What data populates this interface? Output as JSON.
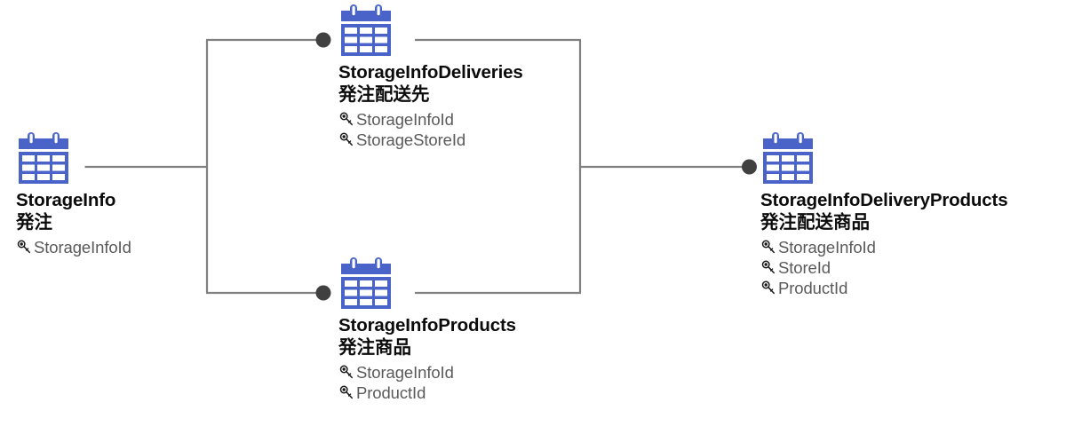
{
  "diagram": {
    "type": "entity-relationship-diagram",
    "background_color": "#ffffff",
    "entity_icon_color": "#4a63c8",
    "connector_color": "#808080",
    "endpoint_dot_color": "#404040",
    "title_color": "#0c0c0c",
    "attribute_color": "#5a5a5a"
  },
  "entities": [
    {
      "id": "storage-info",
      "name": "StorageInfo",
      "name_ja": "発注",
      "icon": "table-icon",
      "attributes": [
        {
          "icon": "key-icon",
          "label": "StorageInfoId"
        }
      ]
    },
    {
      "id": "storage-info-deliveries",
      "name": "StorageInfoDeliveries",
      "name_ja": "発注配送先",
      "icon": "table-icon",
      "attributes": [
        {
          "icon": "key-icon",
          "label": "StorageInfoId"
        },
        {
          "icon": "key-icon",
          "label": "StorageStoreId"
        }
      ]
    },
    {
      "id": "storage-info-products",
      "name": "StorageInfoProducts",
      "name_ja": "発注商品",
      "icon": "table-icon",
      "attributes": [
        {
          "icon": "key-icon",
          "label": "StorageInfoId"
        },
        {
          "icon": "key-icon",
          "label": "ProductId"
        }
      ]
    },
    {
      "id": "storage-info-delivery-products",
      "name": "StorageInfoDeliveryProducts",
      "name_ja": "発注配送商品",
      "icon": "table-icon",
      "attributes": [
        {
          "icon": "key-icon",
          "label": "StorageInfoId"
        },
        {
          "icon": "key-icon",
          "label": "StoreId"
        },
        {
          "icon": "key-icon",
          "label": "ProductId"
        }
      ]
    }
  ],
  "connectors": [
    {
      "id": "storage-info-to-deliveries",
      "from": "storage-info",
      "to": "storage-info-deliveries"
    },
    {
      "id": "storage-info-to-products",
      "from": "storage-info",
      "to": "storage-info-products"
    },
    {
      "id": "deliveries-to-delivery-products",
      "from": "storage-info-deliveries",
      "to": "storage-info-delivery-products"
    },
    {
      "id": "products-to-delivery-products",
      "from": "storage-info-products",
      "to": "storage-info-delivery-products"
    }
  ]
}
